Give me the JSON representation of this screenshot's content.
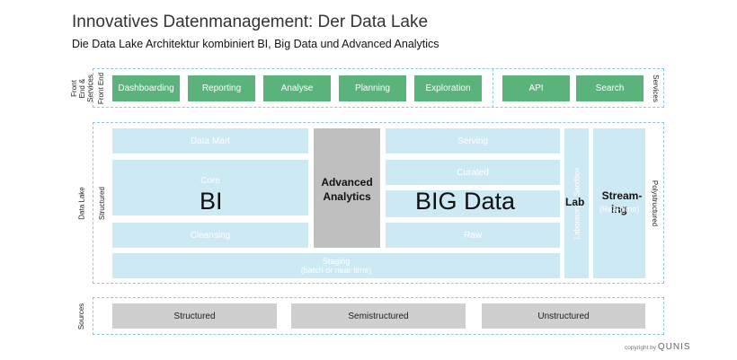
{
  "header": {
    "title": "Innovatives Datenmanagement: Der Data Lake",
    "subtitle": "Die Data Lake Architektur kombiniert BI, Big Data und Advanced Analytics"
  },
  "front_end_services": {
    "outer_label": "Front End & Services",
    "front_end_label": "Front End",
    "services_label": "Services",
    "front_end_items": [
      "Dashboarding",
      "Reporting",
      "Analyse",
      "Planning",
      "Exploration"
    ],
    "services_items": [
      "API",
      "Search"
    ]
  },
  "data_lake": {
    "label": "Data Lake",
    "structured_label": "Structured",
    "polystructured_label": "Polystructured",
    "bi": {
      "data_mart": "Data Mart",
      "core": "Core",
      "cleansing": "Cleansing",
      "big_label": "BI"
    },
    "advanced_analytics": {
      "line1": "Advanced",
      "line2": "Analytics"
    },
    "big_data": {
      "serving": "Serving",
      "curated": "Curated",
      "raw": "Raw",
      "big_label": "BIG Data"
    },
    "lab": {
      "vertical": "Laboratory & Sandbox",
      "big_label": "Lab"
    },
    "streaming": {
      "line1": "Stream-",
      "line2": "ing",
      "sub": "(Real-time)"
    },
    "staging": {
      "line1": "Staging",
      "line2": "(batch or near time)"
    }
  },
  "sources": {
    "label": "Sources",
    "items": [
      "Structured",
      "Semistructured",
      "Unstructured"
    ]
  },
  "footer": {
    "copyright_prefix": "copyright by",
    "brand": "QUNIS"
  },
  "colors": {
    "green": "#5bb37c",
    "light_blue": "#cde9f4",
    "gray": "#bfbfbf",
    "dashed_border": "#8fc9d9"
  }
}
